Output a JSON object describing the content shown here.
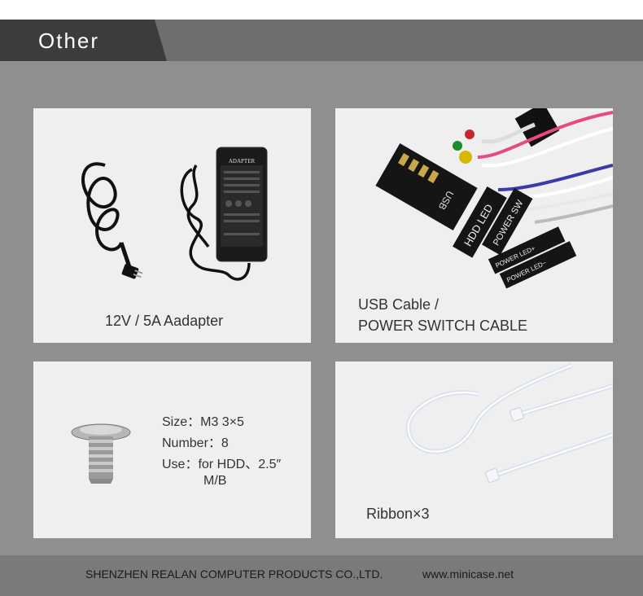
{
  "header": {
    "title": "Other"
  },
  "items": {
    "adapter": {
      "caption": "12V / 5A Aadapter",
      "label_on_device": "ADAPTER"
    },
    "cable": {
      "caption_line1": "USB Cable /",
      "caption_line2": "POWER SWITCH CABLE",
      "connector_labels": [
        "USB",
        "HDD LED",
        "POWER SW",
        "POWER LED+",
        "POWER LED−"
      ]
    },
    "screw": {
      "size": "Size：M3 3×5",
      "number": "Number：8",
      "use": "Use：for HDD、2.5″",
      "use_cont": "M/B"
    },
    "ribbon": {
      "caption": "Ribbon×3"
    }
  },
  "footer": {
    "company": "SHENZHEN REALAN COMPUTER PRODUCTS CO.,LTD.",
    "website": "www.minicase.net"
  },
  "colors": {
    "background": "#8f8f8f",
    "header_bar": "#6e6e6e",
    "header_tab": "#3c3c3c",
    "card": "#efefef",
    "footer": "#7a7a7a"
  }
}
